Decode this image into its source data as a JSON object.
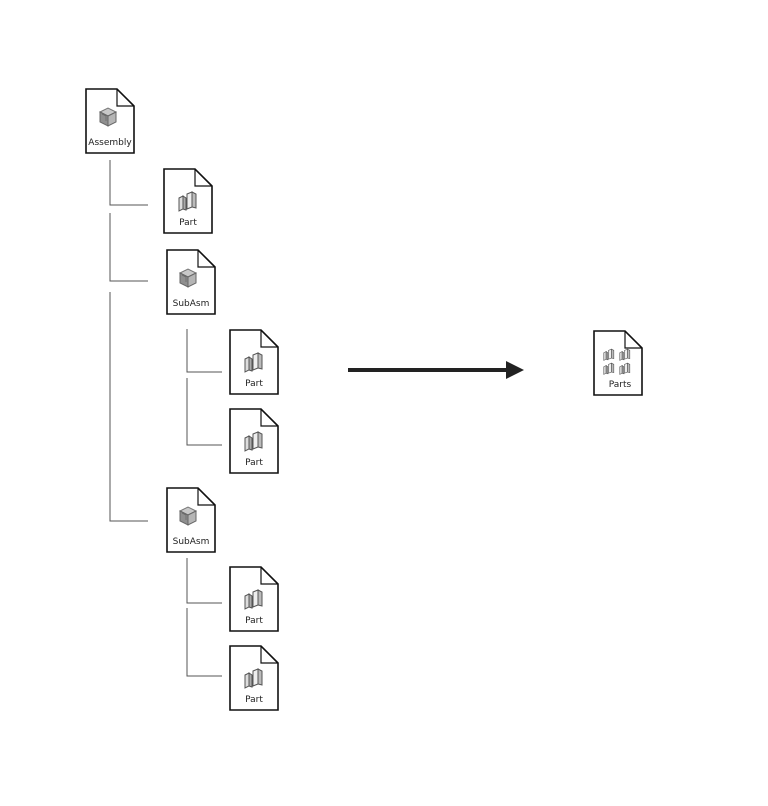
{
  "diagram": {
    "nodes": [
      {
        "id": "assembly",
        "label": "Assembly",
        "icon": "assembly-icon"
      },
      {
        "id": "part-1",
        "label": "Part",
        "icon": "part-icon"
      },
      {
        "id": "subasm-1",
        "label": "SubAsm",
        "icon": "subassembly-icon"
      },
      {
        "id": "part-2",
        "label": "Part",
        "icon": "part-icon"
      },
      {
        "id": "part-3",
        "label": "Part",
        "icon": "part-icon"
      },
      {
        "id": "subasm-2",
        "label": "SubAsm",
        "icon": "subassembly-icon"
      },
      {
        "id": "part-4",
        "label": "Part",
        "icon": "part-icon"
      },
      {
        "id": "part-5",
        "label": "Part",
        "icon": "part-icon"
      },
      {
        "id": "parts",
        "label": "Parts",
        "icon": "parts-icon"
      }
    ],
    "arrow": {
      "from": "assembly-tree",
      "to": "parts",
      "icon": "right-arrow-icon"
    },
    "colors": {
      "stroke": "#111111",
      "line": "#555555",
      "icon_fill": "#999999",
      "arrow": "#222222"
    }
  }
}
